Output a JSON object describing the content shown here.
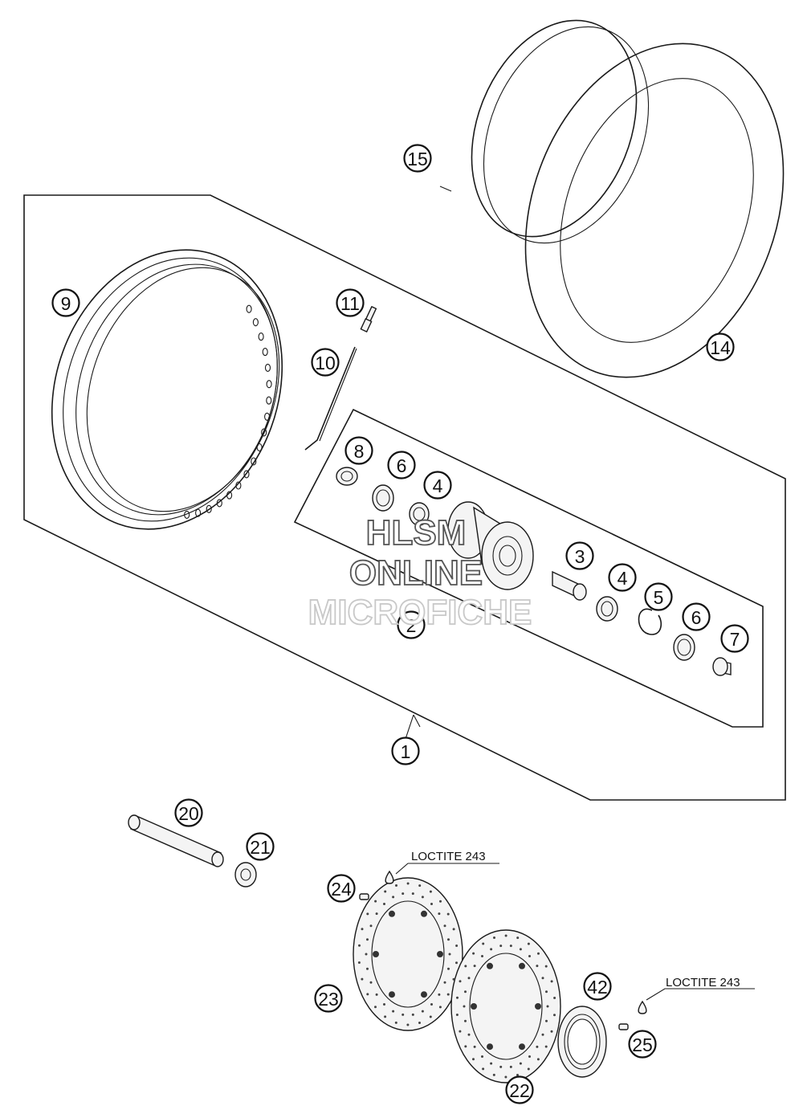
{
  "callouts": [
    {
      "id": "c1",
      "label": "1"
    },
    {
      "id": "c2",
      "label": "2"
    },
    {
      "id": "c3",
      "label": "3"
    },
    {
      "id": "c4a",
      "label": "4"
    },
    {
      "id": "c4b",
      "label": "4"
    },
    {
      "id": "c5",
      "label": "5"
    },
    {
      "id": "c6a",
      "label": "6"
    },
    {
      "id": "c6b",
      "label": "6"
    },
    {
      "id": "c7",
      "label": "7"
    },
    {
      "id": "c8",
      "label": "8"
    },
    {
      "id": "c9",
      "label": "9"
    },
    {
      "id": "c10",
      "label": "10"
    },
    {
      "id": "c11",
      "label": "11"
    },
    {
      "id": "c14",
      "label": "14"
    },
    {
      "id": "c15",
      "label": "15"
    },
    {
      "id": "c20",
      "label": "20"
    },
    {
      "id": "c21",
      "label": "21"
    },
    {
      "id": "c22",
      "label": "22"
    },
    {
      "id": "c23",
      "label": "23"
    },
    {
      "id": "c24",
      "label": "24"
    },
    {
      "id": "c25",
      "label": "25"
    },
    {
      "id": "c42",
      "label": "42"
    }
  ],
  "notes": {
    "loctite_top": "LOCTITE 243",
    "loctite_right": "LOCTITE 243"
  },
  "watermark": {
    "line1": "HLSM",
    "line2": "ONLINE",
    "line3": "MICROFICHE"
  }
}
